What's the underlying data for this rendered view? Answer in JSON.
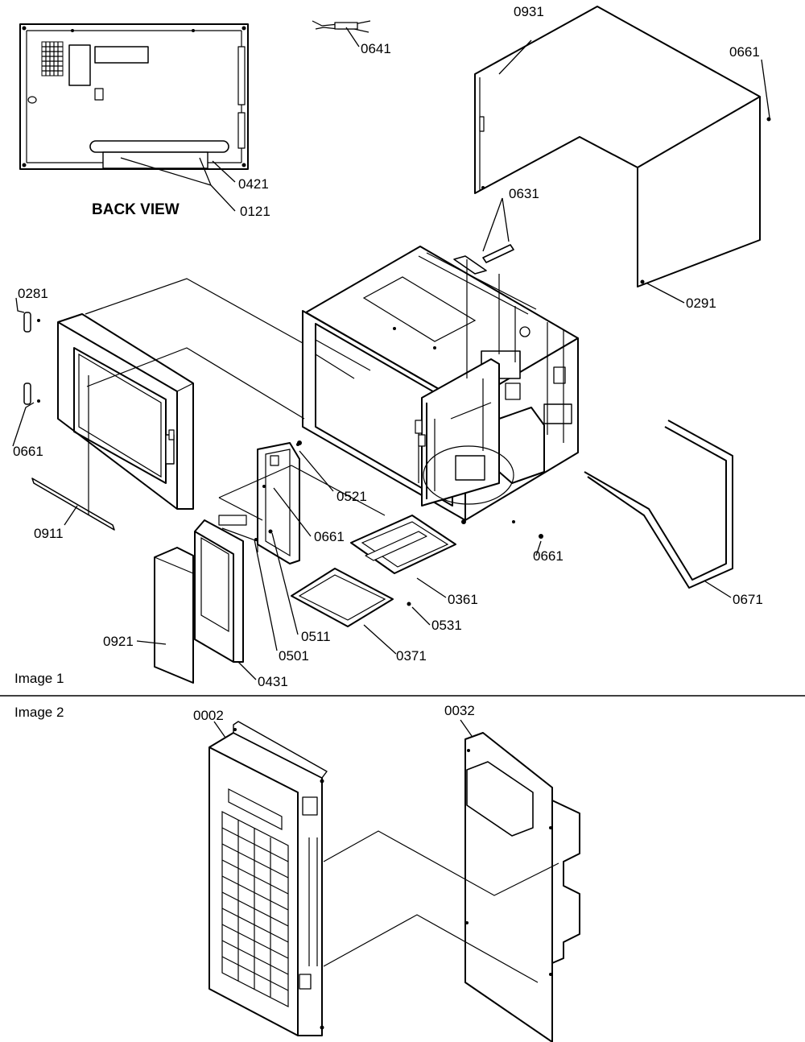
{
  "labels": {
    "back_view": "BACK VIEW",
    "image1": "Image 1",
    "image2": "Image 2"
  },
  "parts": {
    "p0931": "0931",
    "p0641": "0641",
    "p0661a": "0661",
    "p0421": "0421",
    "p0121": "0121",
    "p0631": "0631",
    "p0291": "0291",
    "p0281": "0281",
    "p0661b": "0661",
    "p0521": "0521",
    "p0911": "0911",
    "p0661c": "0661",
    "p0661d": "0661",
    "p0361": "0361",
    "p0671": "0671",
    "p0511": "0511",
    "p0531": "0531",
    "p0921": "0921",
    "p0501": "0501",
    "p0371": "0371",
    "p0431": "0431",
    "p0002": "0002",
    "p0032": "0032"
  }
}
